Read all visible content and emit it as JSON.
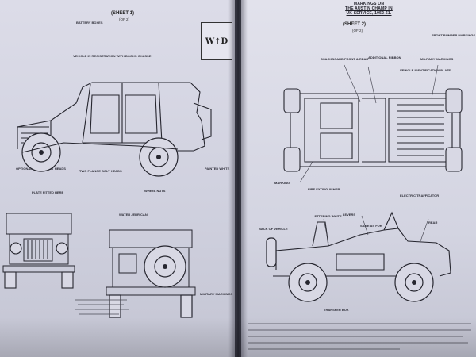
{
  "right_page": {
    "header": [
      "MARKINGS ON",
      "THE AUSTIN CHAMP IN",
      "UK SERVICE, 1952-61."
    ],
    "sheet": "(SHEET 2)",
    "sheet_sub": "(OF 2)"
  },
  "left_page": {
    "sheet": "(SHEET 1)",
    "sheet_sub": "(OF 2)",
    "stamp": "W↑D"
  },
  "left_notes": [
    "BATTERY BOXES",
    "VEHICLE IN REGISTRATION WITH BOOKS CHASSE",
    "TWO FLANGE BOLT HEADS",
    "OPTIONAL WHEEL BOLT HEADS",
    "WHEEL NUTS",
    "PLATE FITTED HERE",
    "WATER JERRICAN",
    "MILITARY MARKINGS",
    "PAINTED WHITE"
  ],
  "right_notes": [
    "SHACKBOARD FRONT & REAR",
    "ADDITIONAL RIBBON",
    "MILITARY MARKINGS",
    "VEHICLE IDENTIFICATION PLATE",
    "FRONT BUMPER MARKINGS",
    "FIRE EXTINGUISHER",
    "MARKING",
    "ELECTRIC TRAFFICATOR",
    "LETTERING WHITE",
    "LEVERS",
    "SAME AS FOR",
    "TRANSFER BOX",
    "BACK OF VEHICLE",
    "REAR"
  ],
  "icons": {
    "jeep_side": "vehicle-side-icon",
    "jeep_front": "vehicle-front-icon",
    "jeep_rear": "vehicle-rear-icon",
    "jeep_top": "vehicle-top-icon",
    "jeep_open": "vehicle-open-side-icon"
  }
}
